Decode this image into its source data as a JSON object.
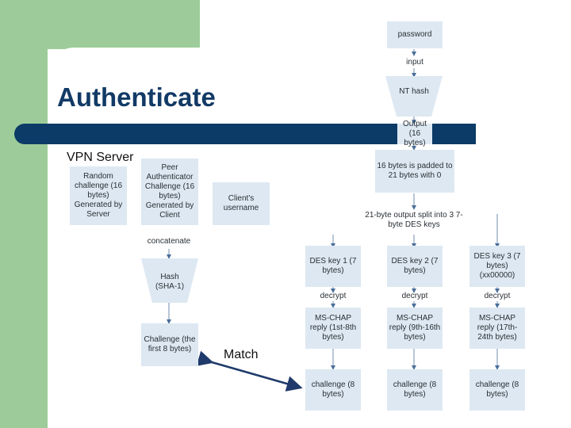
{
  "title": "Authenticate",
  "vpn_server_label": "VPN Server",
  "match_label": "Match",
  "nodes": {
    "password": "password",
    "input": "input",
    "nt_hash": "NT hash",
    "output": "Output (16 bytes)",
    "padded": "16 bytes is padded to 21 bytes with 0",
    "split": "21-byte output split into 3 7-byte DES keys",
    "des1": "DES key 1 (7 bytes)",
    "des2": "DES key 2 (7 bytes)",
    "des3": "DES key 3 (7 bytes) (xx00000)",
    "decrypt1": "decrypt",
    "decrypt2": "decrypt",
    "decrypt3": "decrypt",
    "reply1": "MS-CHAP reply (1st-8th bytes)",
    "reply2": "MS-CHAP reply (9th-16th bytes)",
    "reply3": "MS-CHAP reply (17th-24th bytes)",
    "chal1": "challenge (8 bytes)",
    "chal2": "challenge (8 bytes)",
    "chal3": "challenge (8 bytes)",
    "random": "Random challenge (16 bytes) Generated by Server",
    "peer": "Peer Authenticator Challenge (16 bytes) Generated by Client",
    "username": "Client's username",
    "concatenate": "concatenate",
    "sha1": "Hash (SHA-1)",
    "challenge_first8": "Challenge (the first 8 bytes)"
  }
}
